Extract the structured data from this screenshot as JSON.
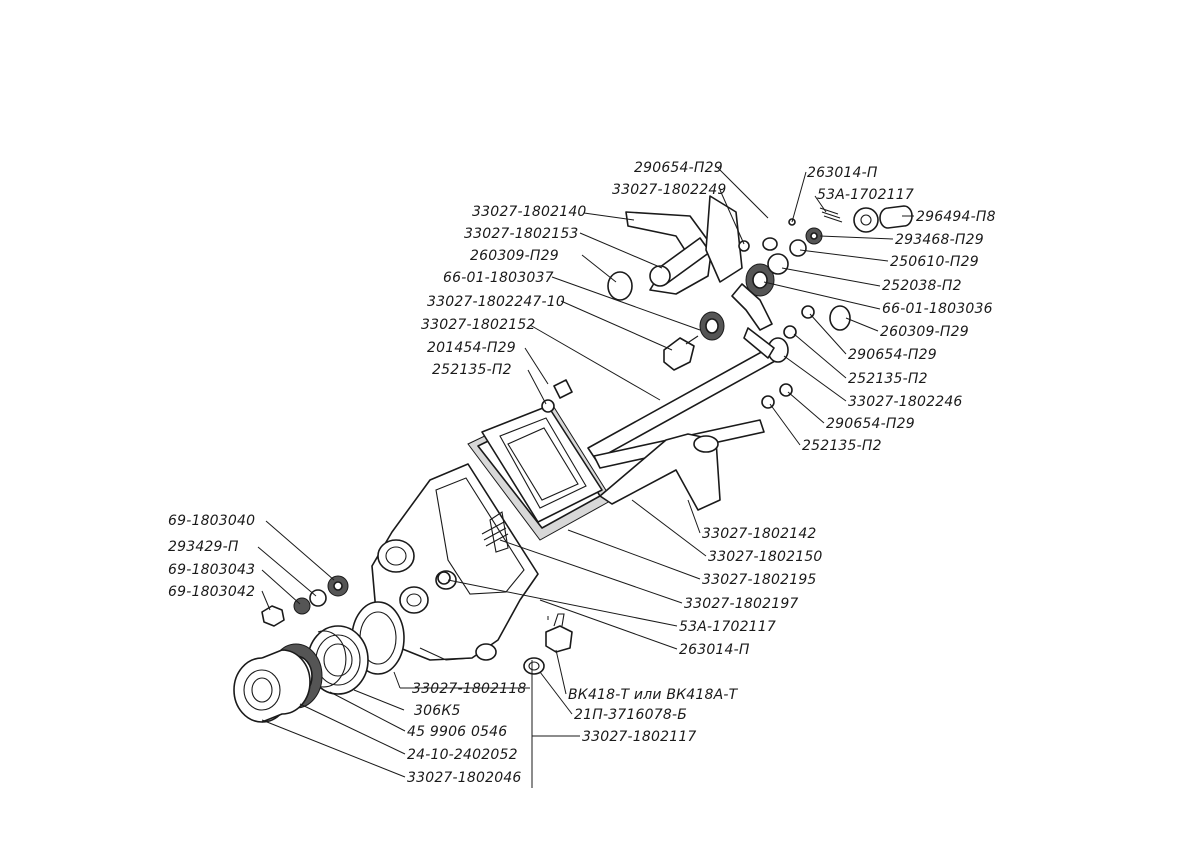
{
  "labels": {
    "l01": "290654-П29",
    "l02": "263014-П",
    "l03": "33027-1802249",
    "l04": "53А-1702117",
    "l05": "33027-1802140",
    "l06": "296494-П8",
    "l07": "33027-1802153",
    "l08": "293468-П29",
    "l09": "260309-П29",
    "l10": "250610-П29",
    "l11": "66-01-1803037",
    "l12": "252038-П2",
    "l13": "33027-1802247-10",
    "l14": "66-01-1803036",
    "l15": "33027-1802152",
    "l16": "260309-П29",
    "l17": "201454-П29",
    "l18": "290654-П29",
    "l19": "252135-П2",
    "l20": "252135-П2",
    "l21": "33027-1802246",
    "l22": "290654-П29",
    "l23": "252135-П2",
    "l24": "69-1803040",
    "l25": "33027-1802142",
    "l26": "293429-П",
    "l27": "33027-1802150",
    "l28": "69-1803043",
    "l29": "33027-1802195",
    "l30": "69-1803042",
    "l31": "33027-1802197",
    "l32": "53А-1702117",
    "l33": "263014-П",
    "l34": "33027-1802118",
    "l35": "ВК418-Т или ВК418А-Т",
    "l36": "306К5",
    "l37": "21П-3716078-Б",
    "l38": "45 9906 0546",
    "l39": "33027-1802117",
    "l40": "24-10-2402052",
    "l41": "33027-1802046"
  }
}
